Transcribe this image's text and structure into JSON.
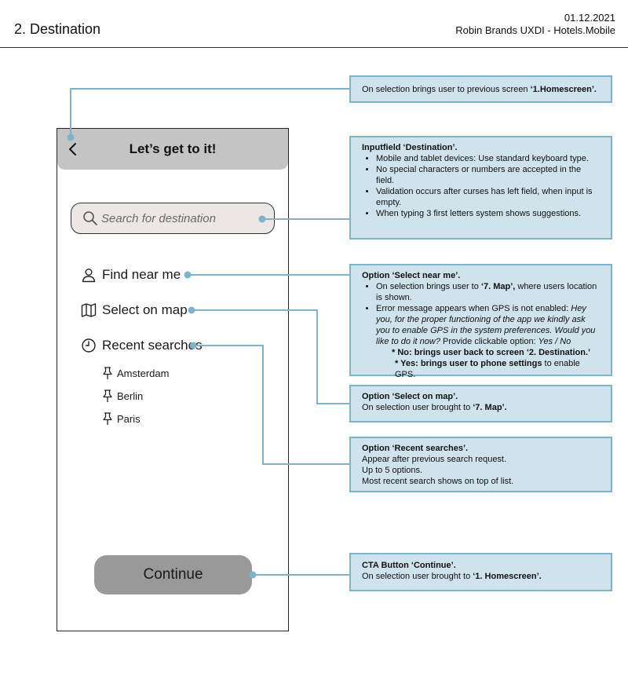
{
  "header": {
    "title": "2. Destination",
    "date": "01.12.2021",
    "author": "Robin Brands UXDI - Hotels.Mobile"
  },
  "phone": {
    "title": "Let’s get to it!",
    "search_placeholder": "Search for destination",
    "options": [
      {
        "label": "Find near me",
        "icon": "user-icon"
      },
      {
        "label": "Select on map",
        "icon": "map-icon"
      },
      {
        "label": "Recent searches",
        "icon": "clock-icon"
      }
    ],
    "recent": [
      "Amsterdam",
      "Berlin",
      "Paris"
    ],
    "cta": "Continue"
  },
  "annotations": {
    "back": {
      "pre": "On selection brings user to previous screen ",
      "bold": "‘1.Homescreen’."
    },
    "input": {
      "title": "Inputfield ‘Destination’.",
      "items": [
        "Mobile and tablet devices: Use standard keyboard type.",
        "No special characters or numbers are accepted in the field.",
        "Validation occurs after curses has left field, when input is empty.",
        "When typing 3 first letters system shows suggestions."
      ]
    },
    "near": {
      "title": "Option ‘Select near me’.",
      "item1_pre": "On selection brings user to ",
      "item1_bold": "‘7. Map’,",
      "item1_post": " where users location is shown.",
      "item2_pre": "Error message appears when GPS is not enabled: ",
      "item2_italic": "Hey you, for the proper functioning of the app we kindly ask you to enable GPS in the system preferences. Would you like to do it now?",
      "item2_mid": " Provide clickable option: ",
      "item2_italic2": "Yes / No",
      "no_pre": "* No: brings user back to screen ",
      "no_bold": "‘2. Destination.’",
      "yes_pre": "* Yes: brings user to ",
      "yes_bold": "phone settings",
      "yes_post": " to enable GPS."
    },
    "map": {
      "title": "Option ‘Select on map’.",
      "pre": "On selection user brought to ",
      "bold": "‘7. Map’."
    },
    "recent": {
      "title": "Option ‘Recent searches’.",
      "lines": [
        "Appear after previous search request.",
        "Up to 5 options.",
        "Most recent search shows on top of list."
      ]
    },
    "cta": {
      "title": "CTA Button ‘Continue’.",
      "pre": "On selection user brought to ",
      "bold": "‘1. Homescreen’."
    }
  },
  "colors": {
    "annotation_fill": "#cfe3ec",
    "annotation_border": "#7fb3c9",
    "connector": "#7fb3c9"
  }
}
